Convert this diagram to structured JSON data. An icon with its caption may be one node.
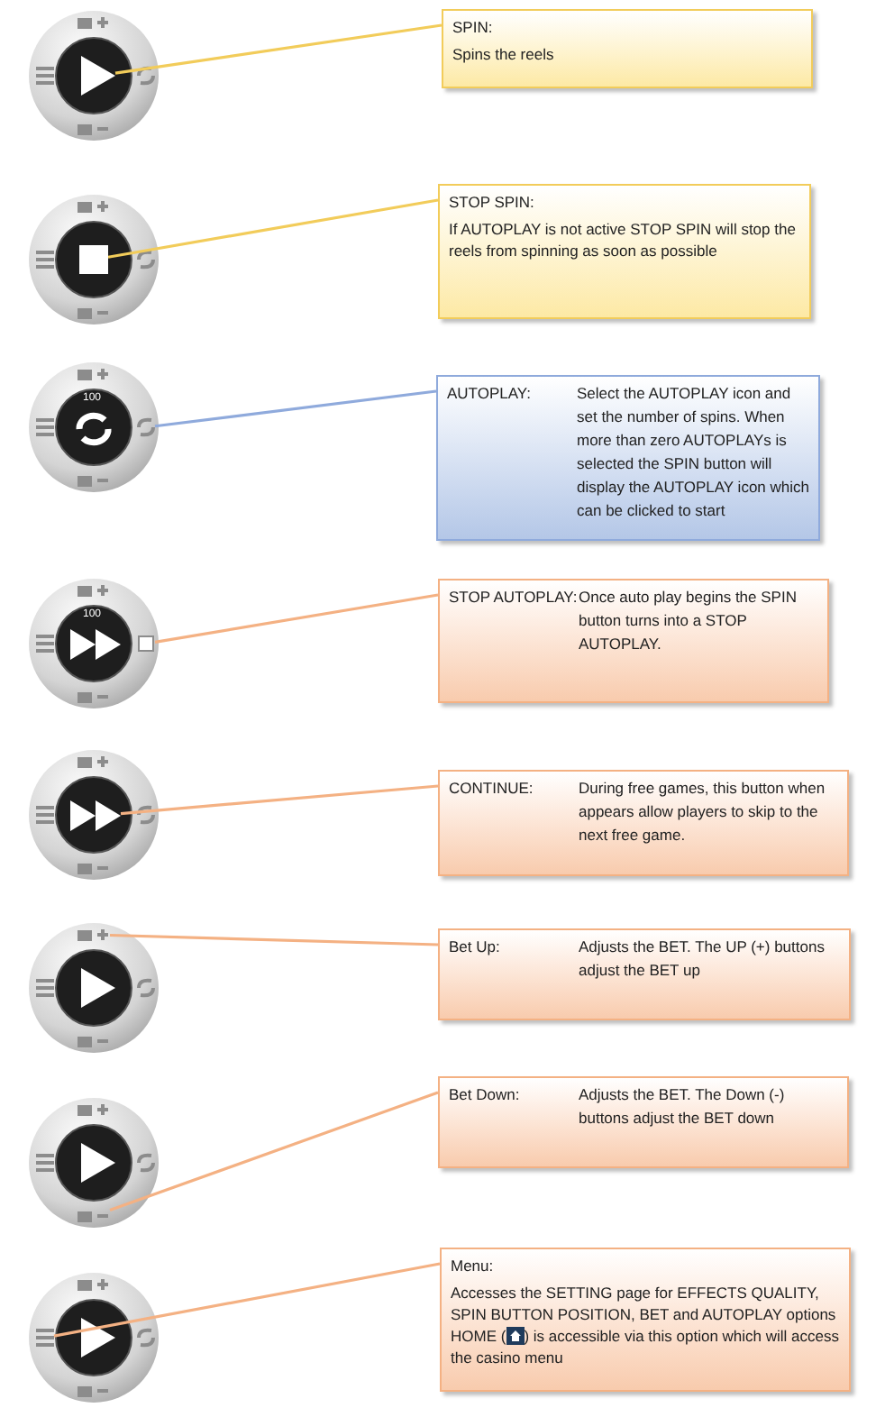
{
  "diagram": {
    "nodes": [
      {
        "text": [],
        "shape": "triangle"
      },
      {
        "text": [
          "SPIN:",
          "Spins the reels"
        ]
      },
      {
        "text": [],
        "shape": "box"
      },
      {
        "text": [
          "STOP SPIN:",
          "If AUTOPLAY is not active STOP SPIN will stop the reels from spinning as soon as possible"
        ]
      },
      {
        "text": [],
        "shape": "icon"
      },
      {
        "text": [
          "AUTOPLAY:",
          "Select the AUTOPLAY icon and set the number of spins. When more than zero AUTOPLAYs is selected the SPIN button will display the AUTOPLAY icon which can be clicked to start"
        ]
      },
      {
        "text": [],
        "shape": "box"
      },
      {
        "text": [
          "STOP AUTOPLAY:",
          "Once auto play begins the SPIN button turns into a STOP AUTOPLAY."
        ]
      },
      {
        "text": [],
        "shape": "icon"
      },
      {
        "text": [
          "CONTINUE:",
          "During free games, this button when appears allow players to skip to the next free game."
        ]
      },
      {
        "text": [],
        "shape": "icon"
      },
      {
        "text": [
          "Bet Up:",
          "Adjusts the BET. The UP (+) buttons adjust the BET up"
        ]
      },
      {
        "text": [],
        "shape": "icon"
      },
      {
        "text": [
          "Bet Down:",
          "Adjusts the BET. The Down (-) buttons adjust the BET down"
        ]
      },
      {
        "text": [],
        "shape": "icon"
      },
      {
        "text": [
          "Menu:",
          "Accesses the SETTING page for EFFECTS QUALITY, SPIN BUTTON POSITION, BET and AUTOPLAY options",
          "HOME (",
          ") is accessible via this option which will access the casino menu"
        ]
      }
    ],
    "edges": [
      {
        "from": 1,
        "to": 0,
        "arrow": "none",
        "color": "#f2cc5a"
      },
      {
        "from": 3,
        "to": 2,
        "arrow": "none",
        "color": "#f2cc5a"
      },
      {
        "from": 5,
        "to": 4,
        "arrow": "none",
        "color": "#8faadc"
      },
      {
        "from": 7,
        "to": 6,
        "arrow": "none"
      },
      {
        "from": 9,
        "to": 8,
        "arrow": "none"
      },
      {
        "from": 11,
        "to": 10,
        "arrow": "none"
      },
      {
        "from": 13,
        "to": 12,
        "arrow": "none"
      },
      {
        "from": 15,
        "to": 14,
        "arrow": "none"
      }
    ],
    "labels": [
      "100",
      "100"
    ]
  }
}
